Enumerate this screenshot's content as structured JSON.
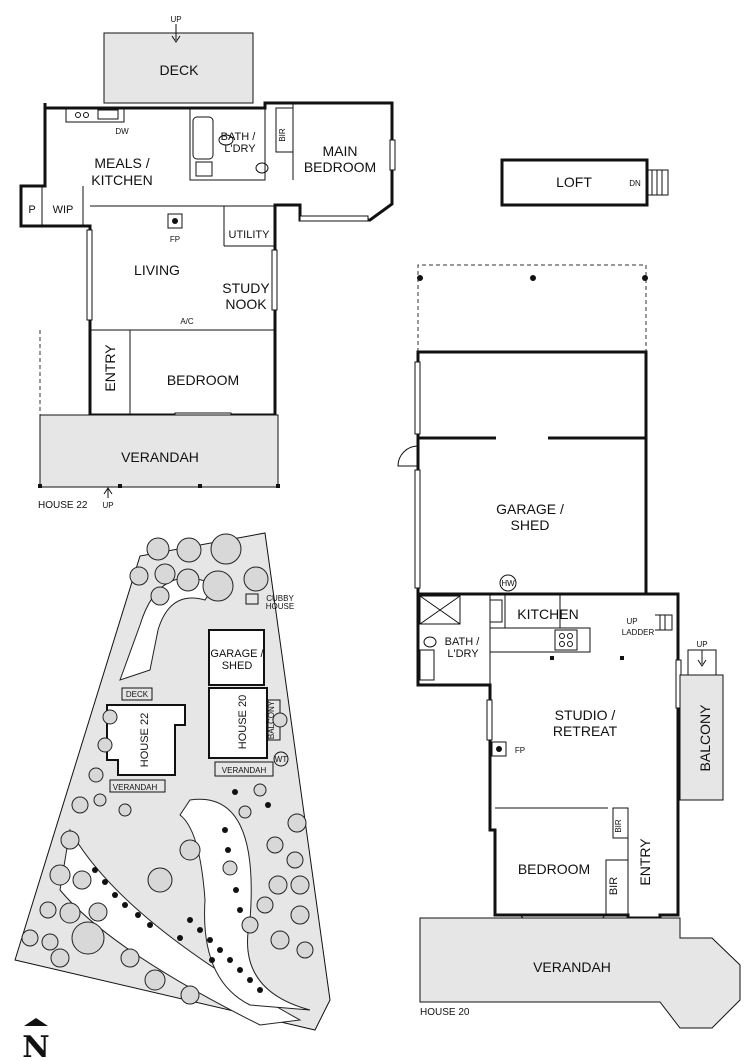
{
  "house22": {
    "deck": "DECK",
    "up_top": "UP",
    "dw": "DW",
    "meals": "MEALS /",
    "kitchen": "KITCHEN",
    "bath": "BATH /",
    "ldry": "L'DRY",
    "bir": "BIR",
    "main": "MAIN",
    "bedroom_main": "BEDROOM",
    "p": "P",
    "wip": "WIP",
    "fp": "FP",
    "utility": "UTILITY",
    "living": "LIVING",
    "study": "STUDY",
    "nook": "NOOK",
    "ac": "A/C",
    "entry": "ENTRY",
    "bedroom": "BEDROOM",
    "verandah": "VERANDAH",
    "caption": "HOUSE 22",
    "up_bottom": "UP"
  },
  "loft": {
    "label": "LOFT",
    "dn": "DN"
  },
  "house20": {
    "garage": "GARAGE /",
    "shed": "SHED",
    "hw": "HW",
    "kitchen": "KITCHEN",
    "up": "UP",
    "ladder": "LADDER",
    "bath": "BATH /",
    "ldry": "L'DRY",
    "studio": "STUDIO /",
    "retreat": "RETREAT",
    "fp": "FP",
    "up_balcony": "UP",
    "balcony": "BALCONY",
    "bir_top": "BIR",
    "bedroom": "BEDROOM",
    "bir_side": "BIR",
    "entry": "ENTRY",
    "verandah": "VERANDAH",
    "caption": "HOUSE 20"
  },
  "site": {
    "cubby1": "CUBBY",
    "cubby2": "HOUSE",
    "garage": "GARAGE /",
    "shed": "SHED",
    "deck": "DECK",
    "house22": "HOUSE 22",
    "house20": "HOUSE 20",
    "balcony": "BALCONY",
    "verandah22": "VERANDAH",
    "verandah20": "VERANDAH",
    "wt": "WT",
    "north": "N"
  }
}
